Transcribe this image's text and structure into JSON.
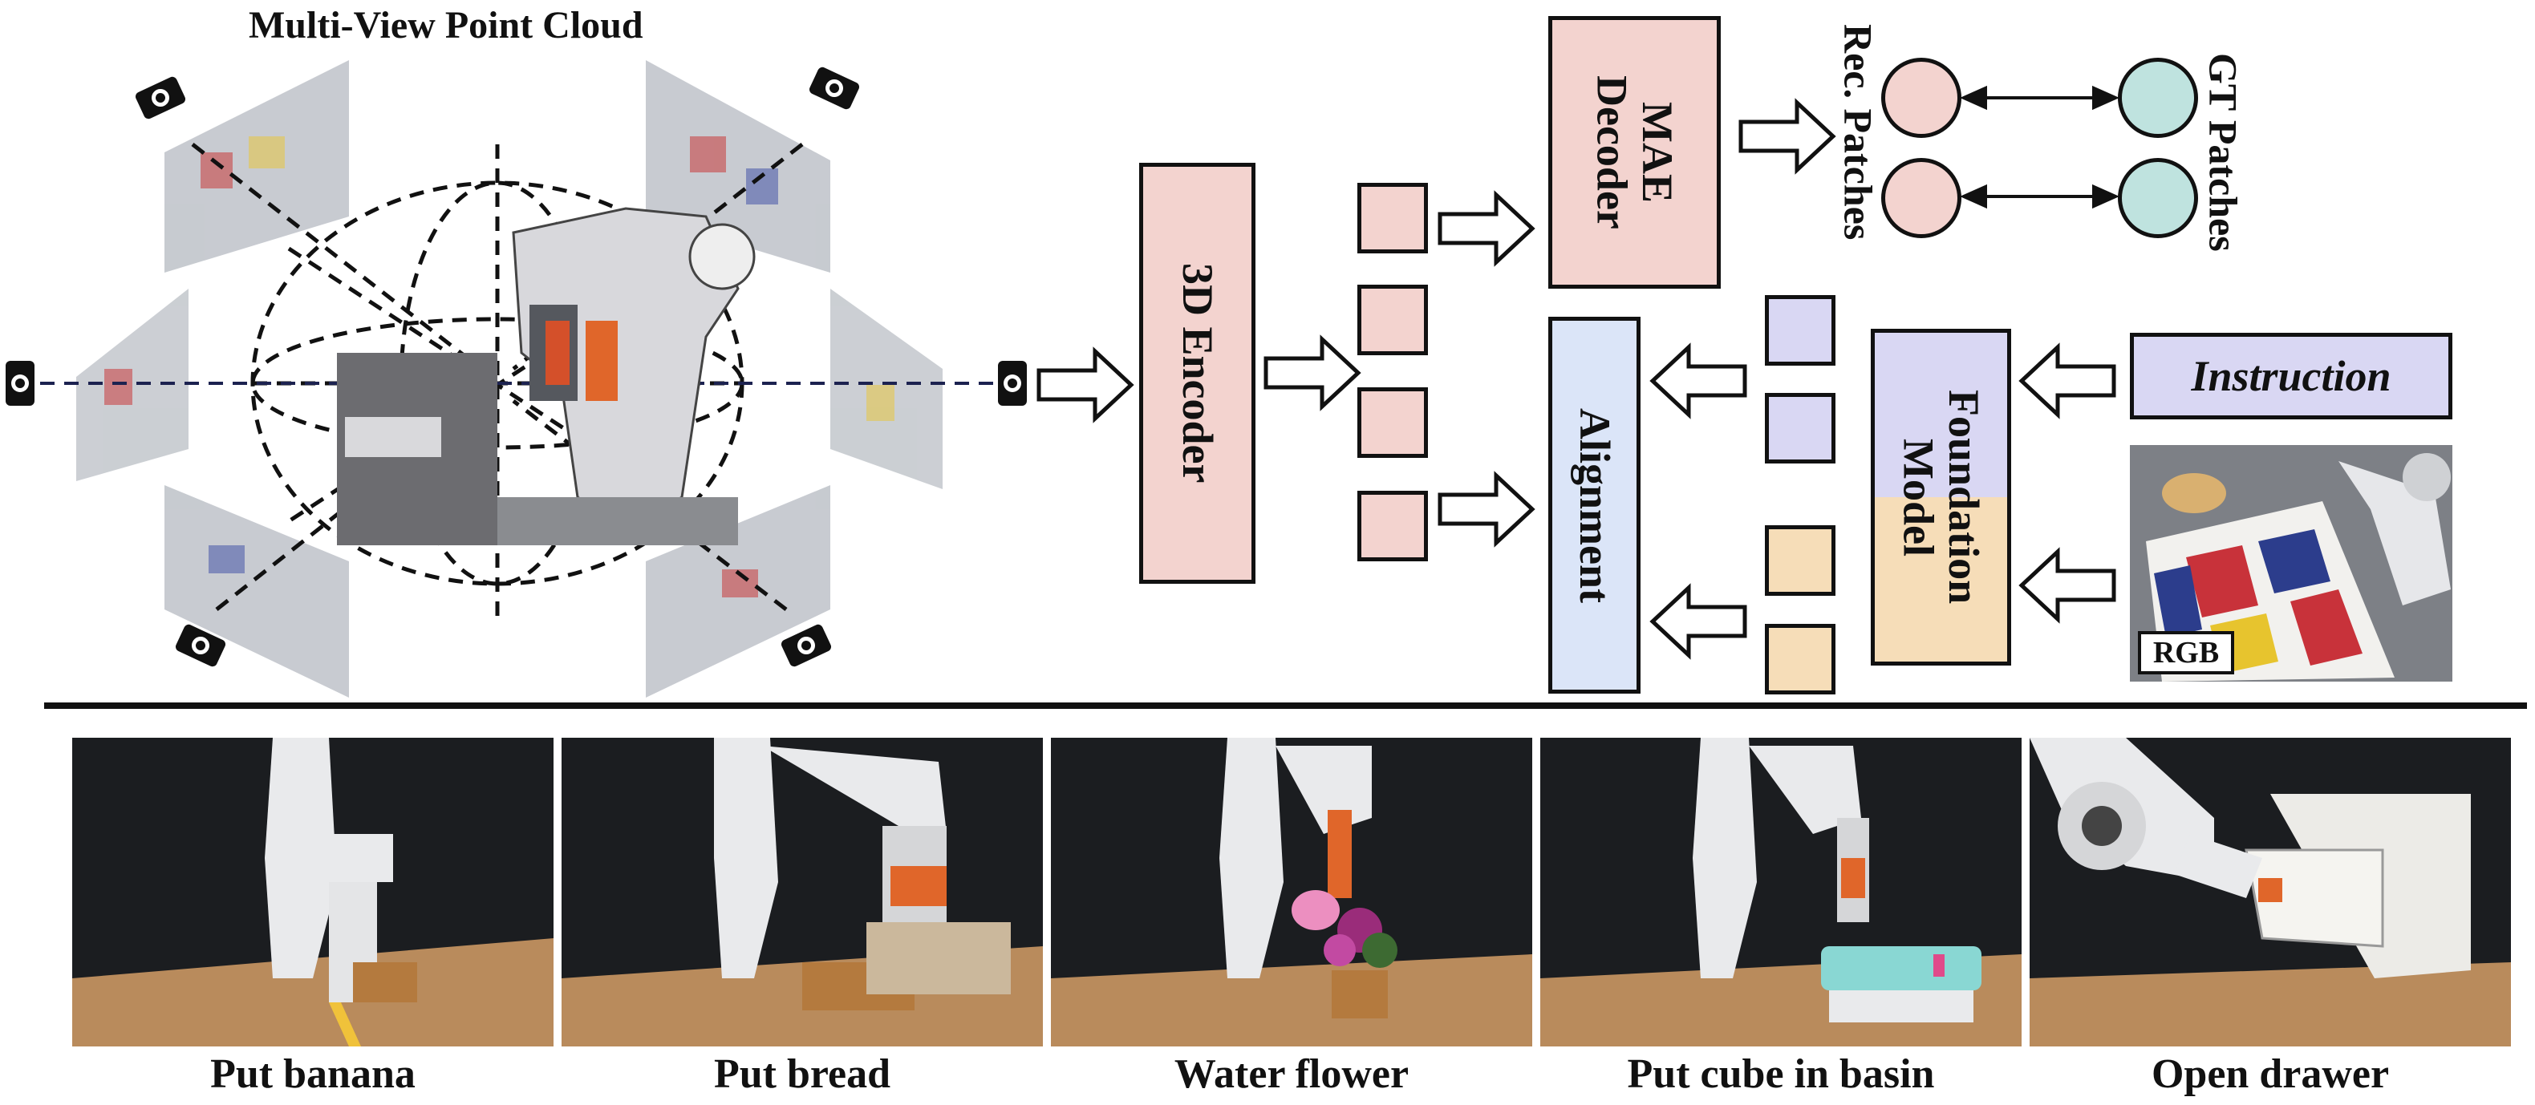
{
  "top_panel": {
    "point_cloud_title": "Multi-View Point Cloud",
    "encoder_label": "3D Encoder",
    "mae_decoder_label": "MAE\nDecoder",
    "rec_patches_label": "Rec. Patches",
    "gt_patches_label": "GT Patches",
    "alignment_label": "Alignment",
    "foundation_model_label": "Foundation\nModel",
    "instruction_label": "Instruction",
    "rgb_label": "RGB"
  },
  "tasks": [
    {
      "label": "Put banana"
    },
    {
      "label": "Put bread"
    },
    {
      "label": "Water flower"
    },
    {
      "label": "Put cube in basin"
    },
    {
      "label": "Open drawer"
    }
  ],
  "colors": {
    "encoder_pink": "#f3d3cf",
    "alignment_blue": "#dbe5f8",
    "lavender": "#d9d7f3",
    "tan": "#f6ddb8",
    "teal": "#bfe3df"
  }
}
